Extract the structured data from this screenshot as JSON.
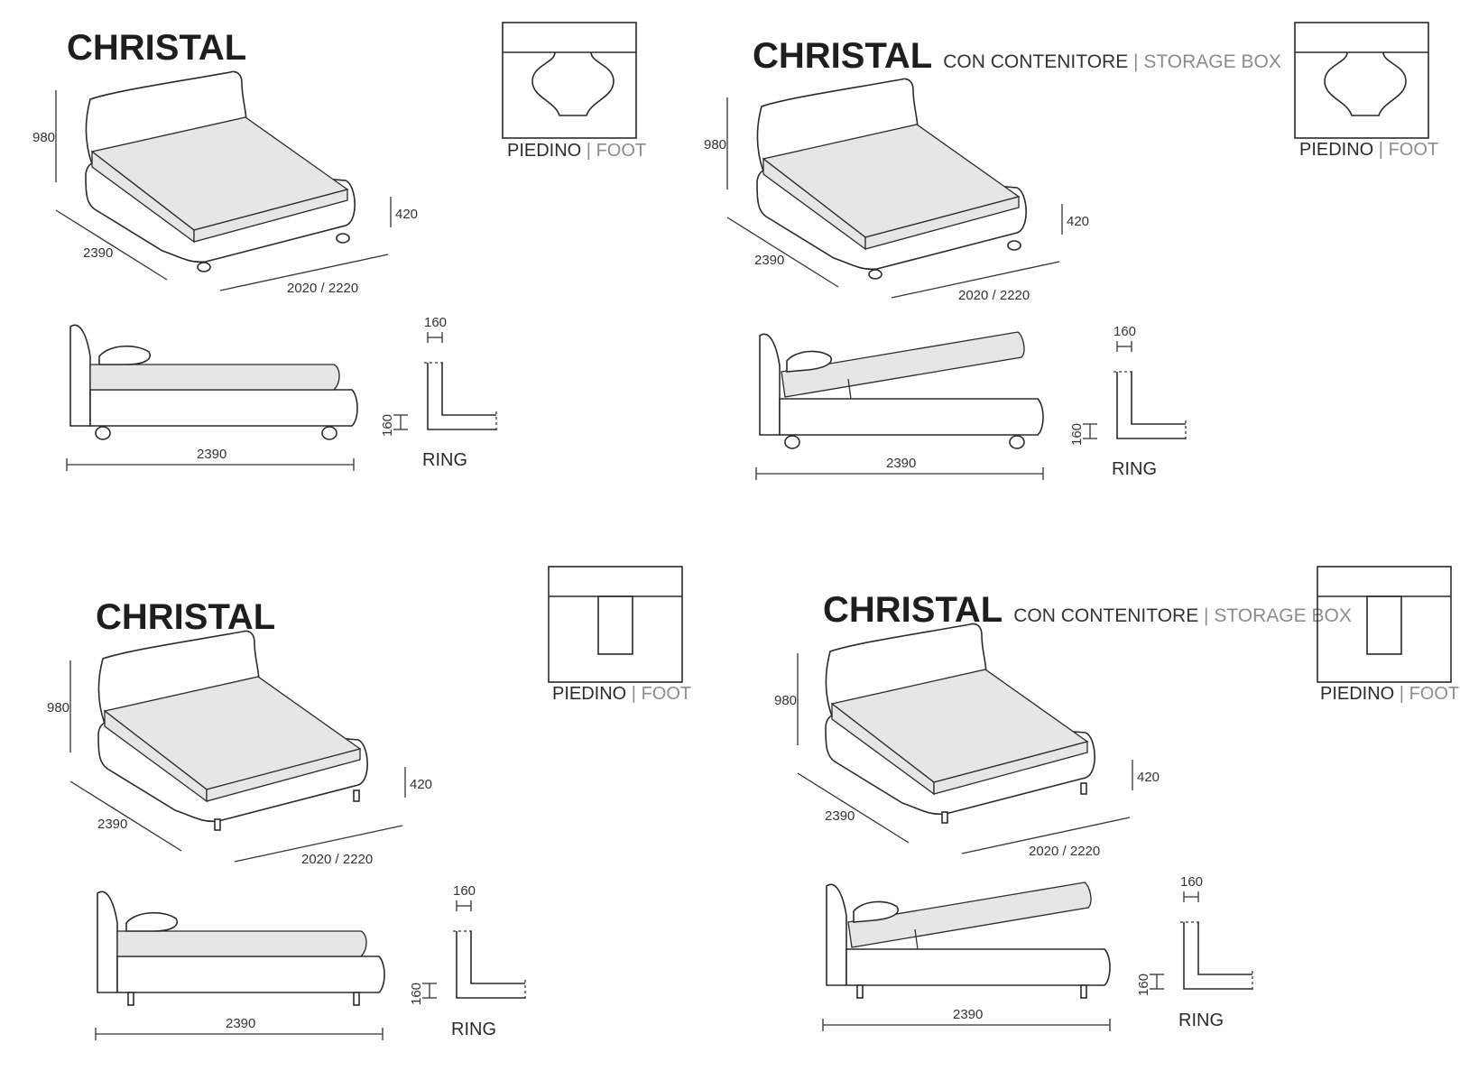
{
  "panels": [
    {
      "title": "CHRISTAL",
      "subtitle_dark": "",
      "subtitle_light": "",
      "foot_label": "PIEDINO",
      "foot_sep": " | ",
      "foot_label_en": "FOOT",
      "dim_height": "980",
      "dim_length": "2390",
      "dim_width": "2020 / 2220",
      "dim_side_height": "420",
      "dim_side_length": "2390",
      "ring_thickness": "160",
      "ring_height": "160",
      "ring_label": "RING"
    },
    {
      "title": "CHRISTAL",
      "subtitle_dark": "CON CONTENITORE",
      "subtitle_light": " | STORAGE BOX",
      "foot_label": "PIEDINO",
      "foot_sep": " | ",
      "foot_label_en": "FOOT",
      "dim_height": "980",
      "dim_length": "2390",
      "dim_width": "2020 / 2220",
      "dim_side_height": "420",
      "dim_side_length": "2390",
      "ring_thickness": "160",
      "ring_height": "160",
      "ring_label": "RING"
    },
    {
      "title": "CHRISTAL",
      "subtitle_dark": "",
      "subtitle_light": "",
      "foot_label": "PIEDINO",
      "foot_sep": " | ",
      "foot_label_en": "FOOT",
      "dim_height": "980",
      "dim_length": "2390",
      "dim_width": "2020 / 2220",
      "dim_side_height": "420",
      "dim_side_length": "2390",
      "ring_thickness": "160",
      "ring_height": "160",
      "ring_label": "RING"
    },
    {
      "title": "CHRISTAL",
      "subtitle_dark": "CON CONTENITORE",
      "subtitle_light": " | STORAGE BOX",
      "foot_label": "PIEDINO",
      "foot_sep": " | ",
      "foot_label_en": "FOOT",
      "dim_height": "980",
      "dim_length": "2390",
      "dim_width": "2020 / 2220",
      "dim_side_height": "420",
      "dim_side_length": "2390",
      "ring_thickness": "160",
      "ring_height": "160",
      "ring_label": "RING"
    }
  ],
  "colors": {
    "line": "#2a2a2a",
    "mattress": "#e6e6e6",
    "secondary_text": "#8c8c8c"
  }
}
